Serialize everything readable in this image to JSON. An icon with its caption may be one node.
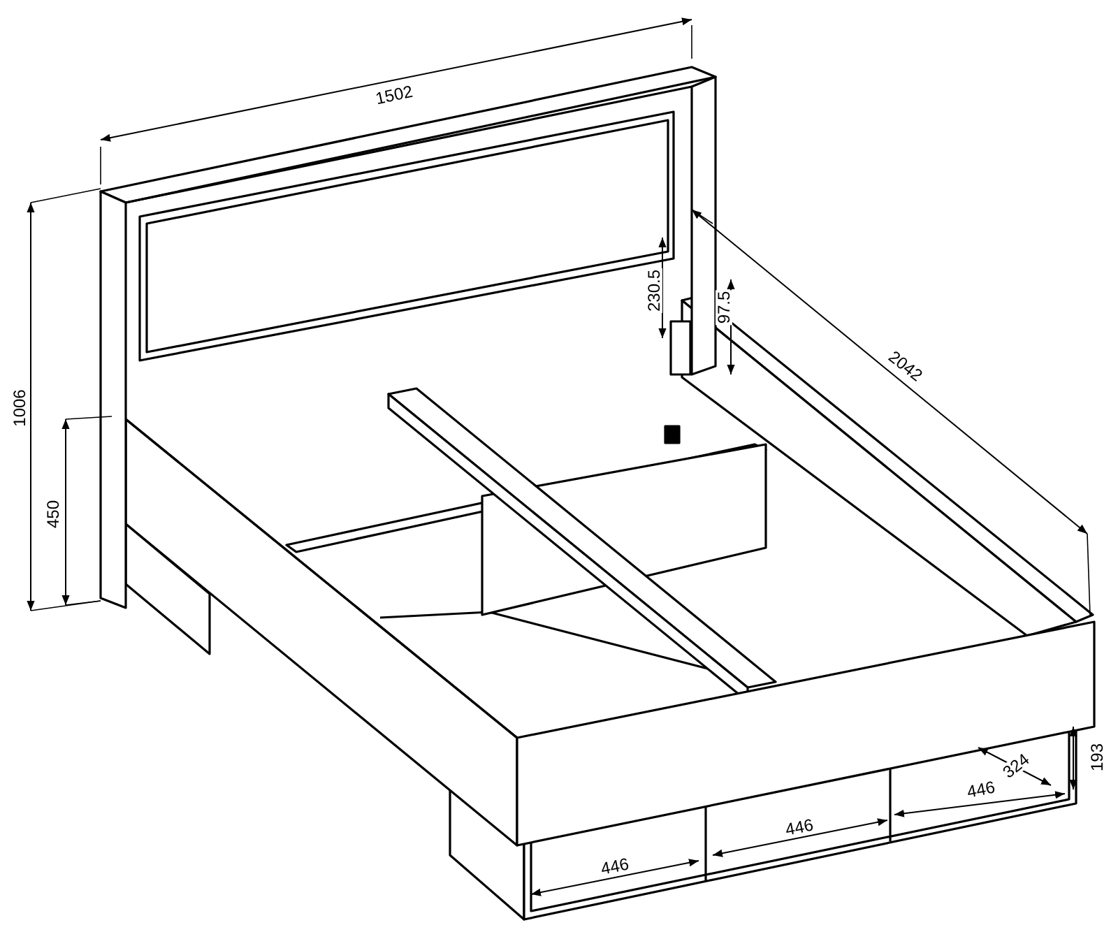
{
  "diagram": {
    "labels": [
      "1502",
      "2042",
      "1006",
      "450",
      "230.5",
      "97.5",
      "446",
      "446",
      "446",
      "324",
      "193"
    ]
  }
}
